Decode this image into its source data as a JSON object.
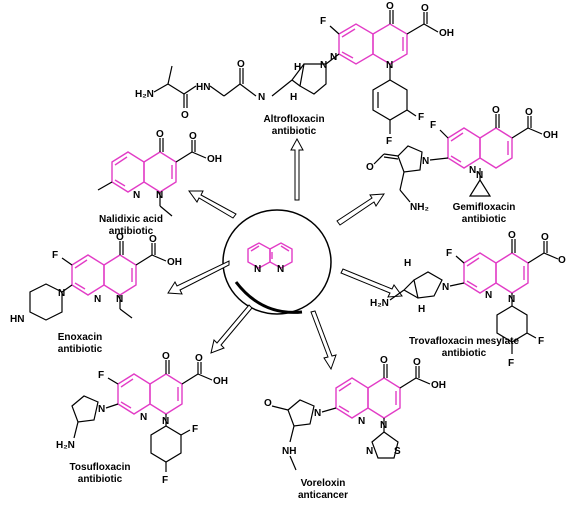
{
  "center": {
    "atoms": [
      "N",
      "N"
    ]
  },
  "compounds": [
    {
      "id": "altrofloxacin",
      "name": "Altrofloxacin",
      "activity": "antibiotic",
      "atoms": {
        "F1": "F",
        "O1": "O",
        "OH": "OH",
        "N1": "N",
        "N2": "N",
        "N3": "N",
        "NH2": "H₂N",
        "HN": "HN",
        "NH": "N",
        "O2": "O",
        "O3": "O",
        "H1": "H",
        "H2": "H",
        "F2": "F",
        "F3": "F"
      }
    },
    {
      "id": "nalidixic",
      "name": "Nalidixic acid",
      "activity": "antibiotic",
      "atoms": {
        "O1": "O",
        "O2": "O",
        "OH": "OH",
        "N1": "N",
        "N2": "N"
      }
    },
    {
      "id": "gemifloxacin",
      "name": "Gemifloxacin",
      "activity": "antibiotic",
      "atoms": {
        "F": "F",
        "O1": "O",
        "O2": "O",
        "OH": "OH",
        "N1": "N",
        "N2": "N",
        "N3": "N",
        "OMe": "O",
        "NH2": "NH₂"
      }
    },
    {
      "id": "enoxacin",
      "name": "Enoxacin",
      "activity": "antibiotic",
      "atoms": {
        "F": "F",
        "O1": "O",
        "O2": "O",
        "OH": "OH",
        "N1": "N",
        "N2": "N",
        "N3": "N",
        "HN": "HN"
      }
    },
    {
      "id": "trovafloxacin",
      "name": "Trovafloxacin mesylate",
      "activity": "antibiotic",
      "atoms": {
        "F1": "F",
        "O1": "O",
        "O2": "O",
        "N1": "N",
        "N2": "N",
        "N3": "N",
        "H2N": "H₂N",
        "H1": "H",
        "H2": "H",
        "F2": "F",
        "F3": "F"
      }
    },
    {
      "id": "tosufloxacin",
      "name": "Tosufloxacin",
      "activity": "antibiotic",
      "atoms": {
        "F1": "F",
        "O1": "O",
        "O2": "O",
        "OH": "OH",
        "N1": "N",
        "N2": "N",
        "N3": "N",
        "H2N": "H₂N",
        "F2": "F",
        "F3": "F"
      }
    },
    {
      "id": "voreloxin",
      "name": "Voreloxin",
      "activity": "anticancer",
      "atoms": {
        "O1": "O",
        "O2": "O",
        "OH": "OH",
        "N1": "N",
        "N2": "N",
        "N3": "N",
        "OMe": "O",
        "NH": "NH",
        "S": "S",
        "NT": "N"
      }
    }
  ]
}
